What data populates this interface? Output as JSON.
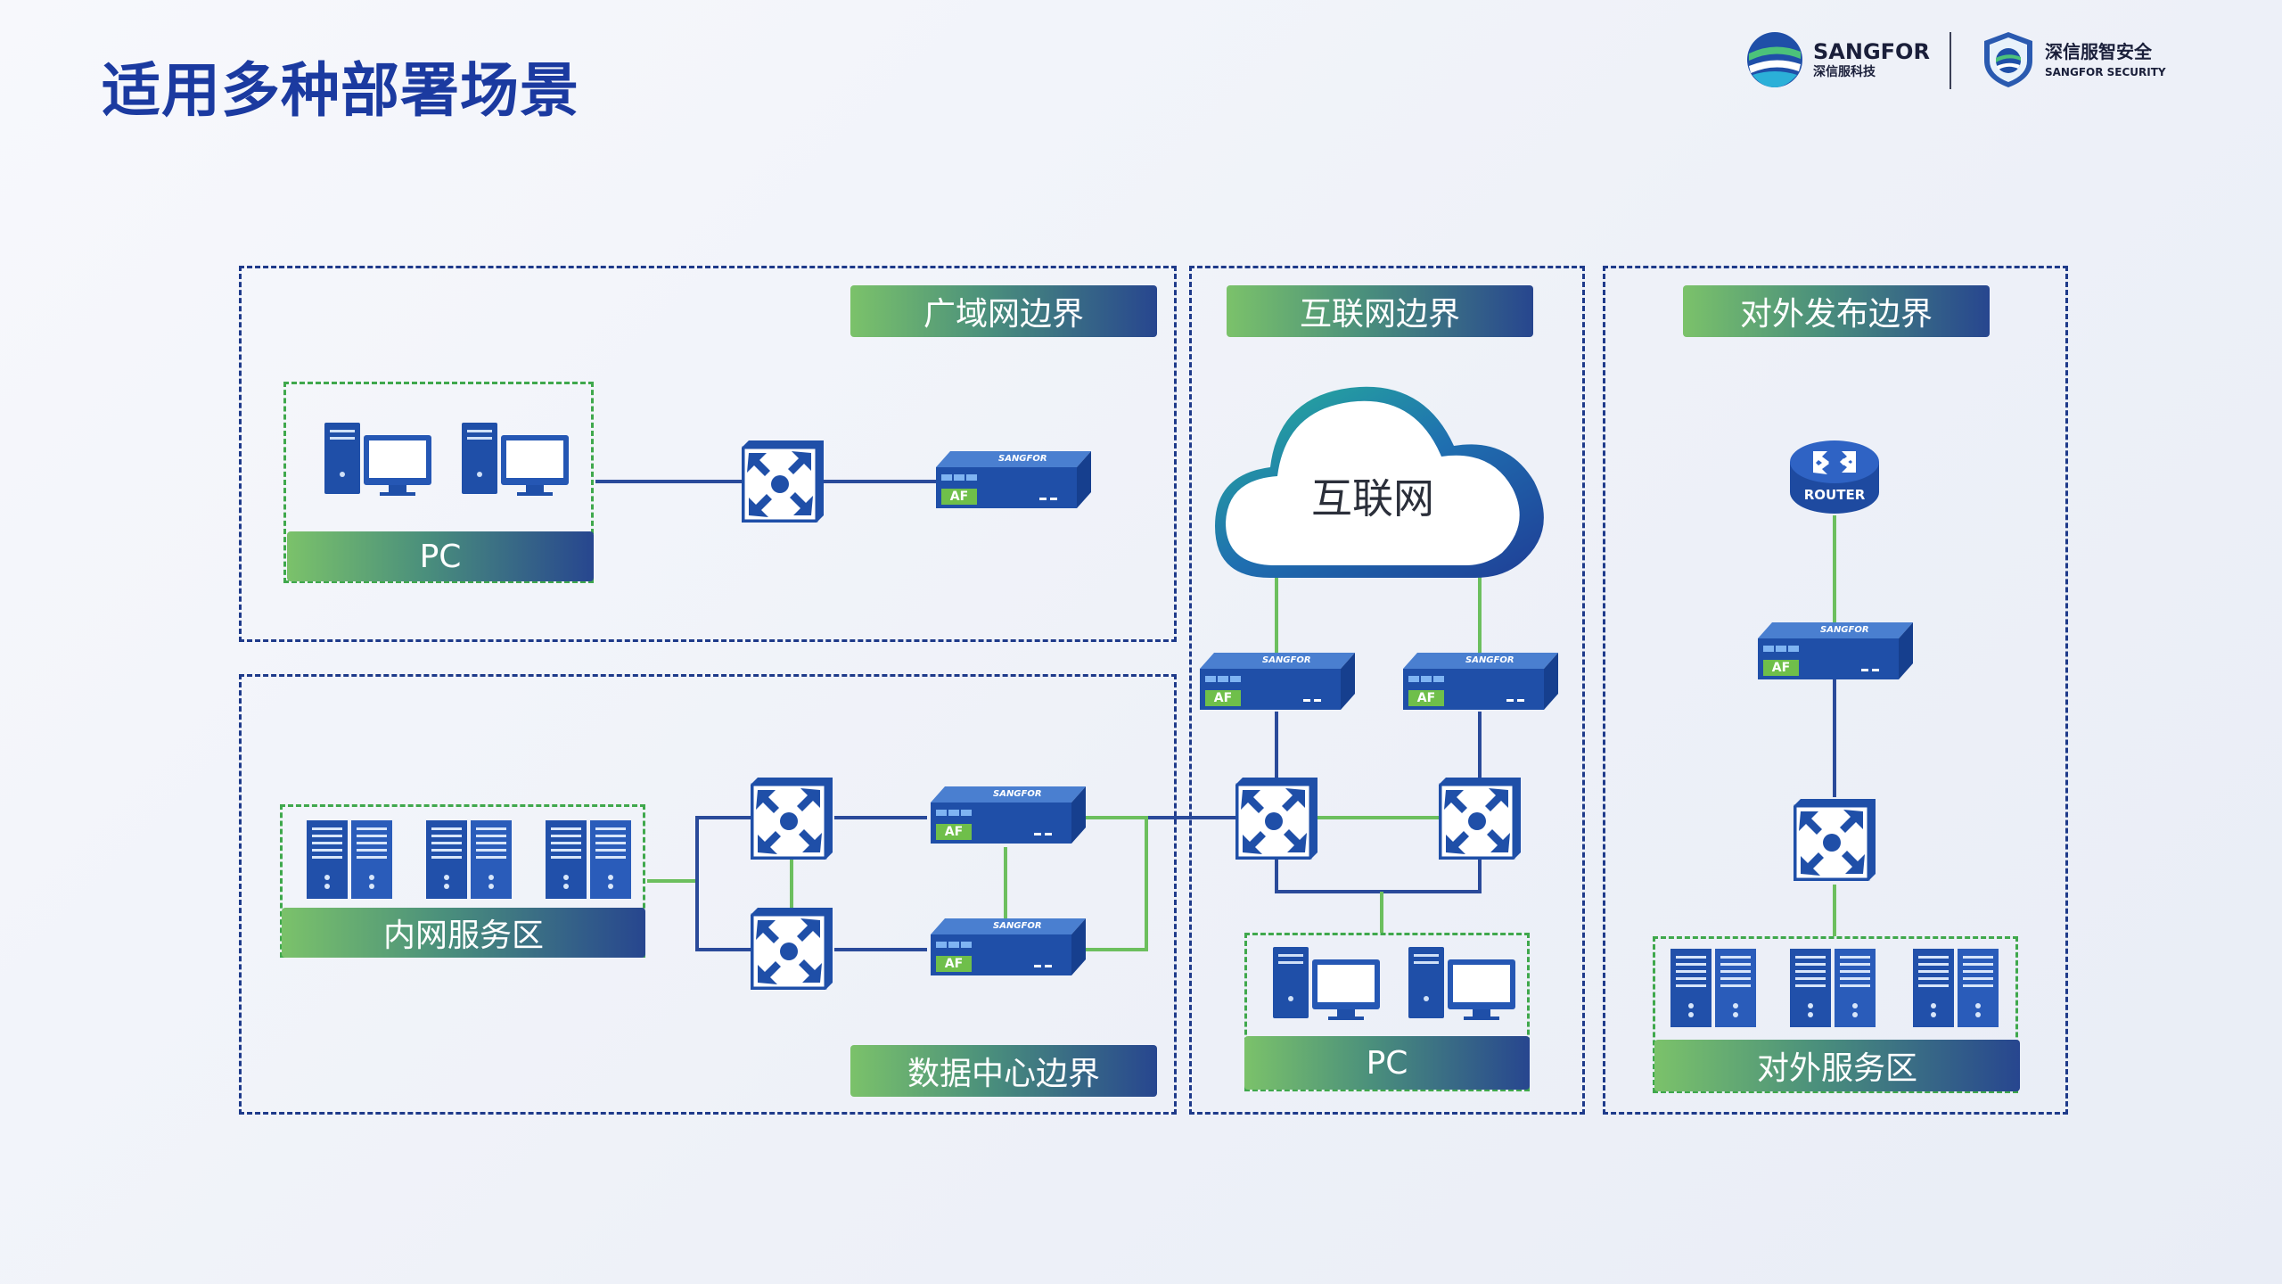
{
  "page": {
    "title": "适用多种部署场景"
  },
  "brand": {
    "logo1_name": "SANGFOR",
    "logo1_sub": "深信服科技",
    "logo2_name": "深信服智安全",
    "logo2_sub": "SANGFOR SECURITY"
  },
  "zones": {
    "wan": "广域网边界",
    "internet": "互联网边界",
    "publish": "对外发布边界",
    "datacenter": "数据中心边界"
  },
  "groups": {
    "wan_pc": "PC",
    "internal_servers": "内网服务区",
    "internet_pc": "PC",
    "external_servers": "对外服务区"
  },
  "cloud": {
    "label": "互联网"
  },
  "device_labels": {
    "firewall_brand": "SANGFOR",
    "firewall_tag": "AF",
    "router": "ROUTER"
  },
  "colors": {
    "title": "#1b3aa0",
    "zone_border": "#1e3a8a",
    "group_border": "#3fa84c",
    "link": "#2a4a9a",
    "label_start": "#7bc26a",
    "label_end": "#27468f"
  }
}
